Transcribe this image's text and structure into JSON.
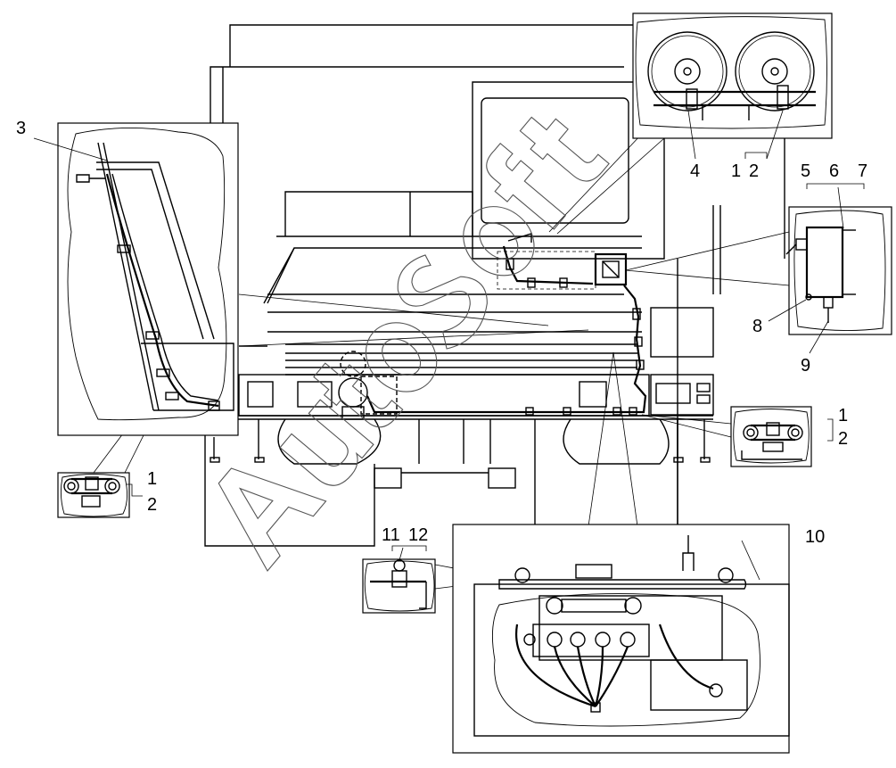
{
  "diagram": {
    "labels": {
      "l1": "1",
      "l2": "2",
      "l3": "3",
      "l4": "4",
      "l5": "5",
      "l6": "6",
      "l7": "7",
      "l8": "8",
      "l9": "9",
      "l10": "10",
      "l11": "11",
      "l12": "12"
    },
    "watermark": "AutoSoft"
  }
}
